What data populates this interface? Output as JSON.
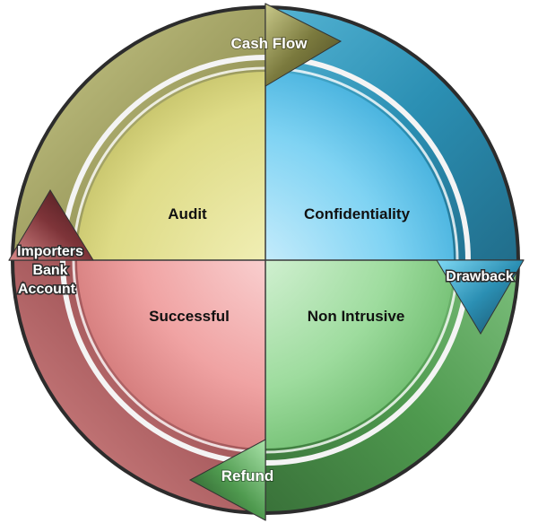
{
  "diagram": {
    "quadrants": {
      "top_left": "Audit",
      "top_right": "Confidentiality",
      "bottom_left": "Successful",
      "bottom_right": "Non Intrusive"
    },
    "ring_arrows": {
      "top": "Cash Flow",
      "right": "Drawback",
      "bottom": "Refund",
      "left_line1": "Importers",
      "left_line2": "Bank",
      "left_line3": "Account"
    },
    "colors": {
      "audit": "#d9d77a",
      "confidentiality": "#5cc6ee",
      "successful": "#ee9a9a",
      "non_intrusive": "#8fd58f",
      "ring_olive": "#7d7d3a",
      "ring_teal": "#2a87a8",
      "ring_green": "#3f7f3f",
      "ring_maroon": "#7a2e33"
    }
  }
}
